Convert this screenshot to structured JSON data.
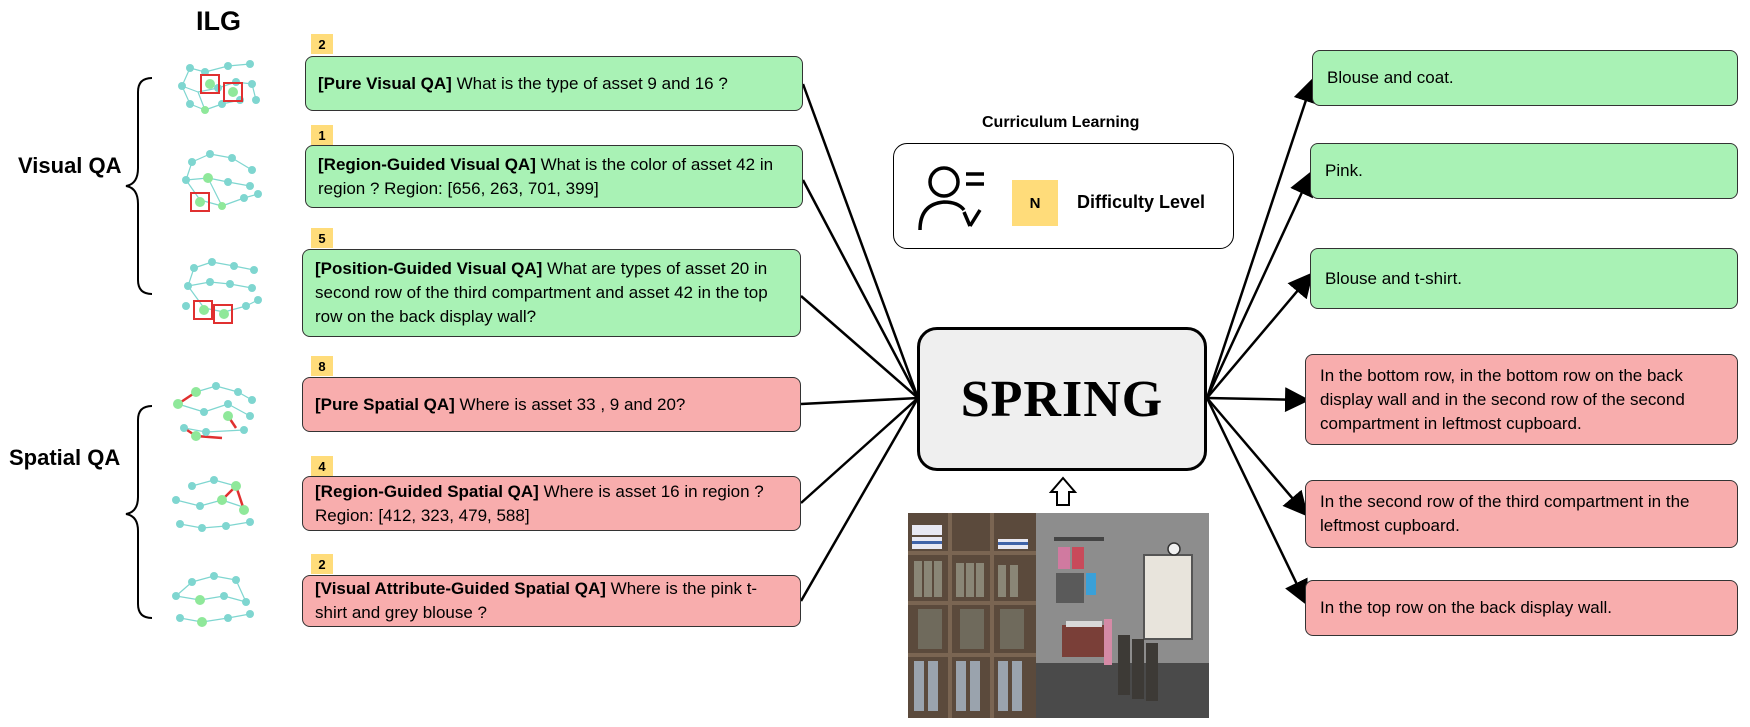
{
  "header": {
    "ilg_label": "ILG"
  },
  "groups": {
    "visual": "Visual QA",
    "spatial": "Spatial QA"
  },
  "questions": [
    {
      "level": "2",
      "tag": "[Pure Visual QA]",
      "text": "  What is the type of asset 9 and 16 ?",
      "color": "green"
    },
    {
      "level": "1",
      "tag": "[Region-Guided Visual QA]",
      "text": " What is the color of asset 42 in region ? Region: [656, 263, 701, 399]",
      "color": "green"
    },
    {
      "level": "5",
      "tag": "[Position-Guided Visual QA]",
      "text": "  What are types of asset 20 in second row of the third compartment and asset 42 in the top row on the back display wall?",
      "color": "green"
    },
    {
      "level": "8",
      "tag": "[Pure Spatial QA]",
      "text": " Where is asset 33 , 9 and 20?",
      "color": "red"
    },
    {
      "level": "4",
      "tag": "[Region-Guided Spatial QA]",
      "text": " Where is asset 16 in region ? Region: [412, 323, 479, 588]",
      "color": "red"
    },
    {
      "level": "2",
      "tag": "[Visual Attribute-Guided Spatial QA]",
      "text": " Where is the pink t-shirt and grey blouse ?",
      "color": "red"
    }
  ],
  "curriculum": {
    "title": "Curriculum Learning",
    "badge": "N",
    "label": "Difficulty Level"
  },
  "model": {
    "name": "SPRING"
  },
  "answers": [
    {
      "text": "Blouse and coat.",
      "color": "green"
    },
    {
      "text": "Pink.",
      "color": "green"
    },
    {
      "text": "Blouse and t-shirt.",
      "color": "green"
    },
    {
      "text": "In the bottom row, in the bottom row on the back display wall and in the second row of the second compartment in leftmost cupboard.",
      "color": "red"
    },
    {
      "text": "In the second row of the third compartment in the leftmost cupboard.",
      "color": "red"
    },
    {
      "text": "In the top row on the back display wall.",
      "color": "red"
    }
  ],
  "colors": {
    "green": "#a9f2b5",
    "red": "#f8adad",
    "badge": "#ffdc7a",
    "node_teal": "#7fd6d0",
    "node_green": "#8fe89a",
    "highlight": "#e03030"
  }
}
